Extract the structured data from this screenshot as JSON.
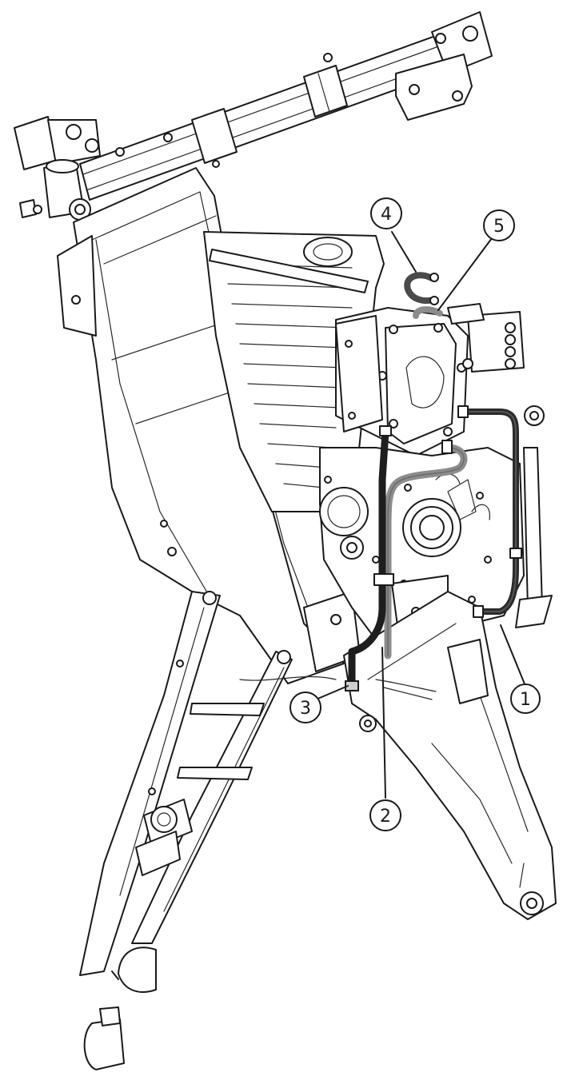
{
  "figure": {
    "callouts": [
      {
        "id": "1",
        "label": "1"
      },
      {
        "id": "2",
        "label": "2"
      },
      {
        "id": "3",
        "label": "3"
      },
      {
        "id": "4",
        "label": "4"
      },
      {
        "id": "5",
        "label": "5"
      }
    ],
    "colors": {
      "line": "#1a1a1a",
      "hose_dark": "#2b2b2b",
      "hose_medium": "#5a5a5a",
      "hose_light": "#8c8c8c",
      "background": "#ffffff"
    }
  }
}
